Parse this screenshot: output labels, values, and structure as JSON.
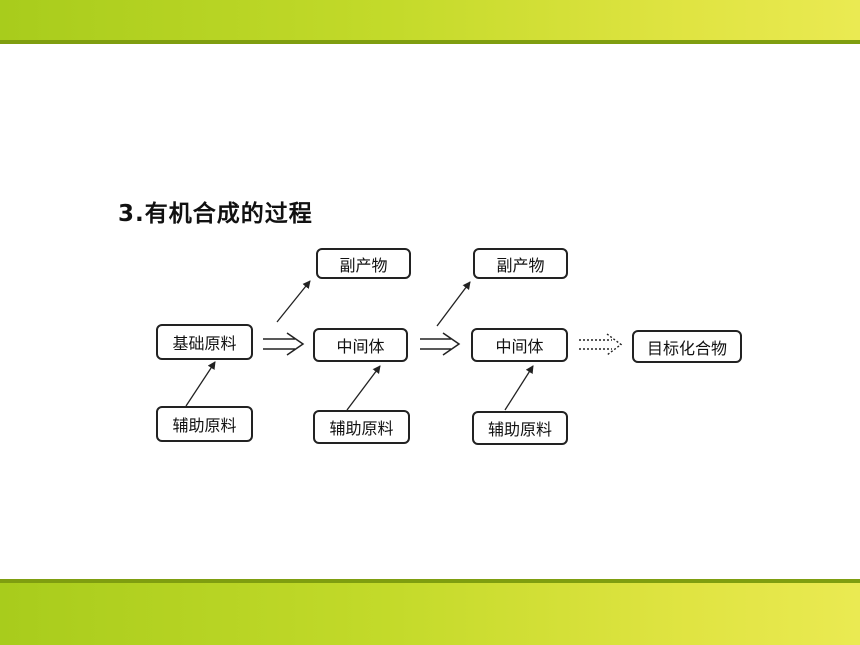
{
  "slide": {
    "title": "3.有机合成的过程",
    "colors": {
      "band": "#b8d424",
      "band_line": "#7f9e10",
      "box_border": "#222222",
      "text": "#111111"
    }
  },
  "diagram": {
    "nodes": {
      "base_material": "基础原料",
      "aux_1": "辅助原料",
      "byproduct_1": "副产物",
      "intermediate_1": "中间体",
      "aux_2": "辅助原料",
      "byproduct_2": "副产物",
      "intermediate_2": "中间体",
      "aux_3": "辅助原料",
      "target": "目标化合物"
    },
    "edges": [
      {
        "from": "aux_1",
        "to": "base_material",
        "style": "thin-arrow"
      },
      {
        "from": "base_material",
        "to": "intermediate_1",
        "style": "double-arrow"
      },
      {
        "from": "base_material",
        "to": "byproduct_1",
        "style": "thin-arrow"
      },
      {
        "from": "aux_2",
        "to": "intermediate_1",
        "style": "thin-arrow"
      },
      {
        "from": "intermediate_1",
        "to": "intermediate_2",
        "style": "double-arrow"
      },
      {
        "from": "intermediate_1",
        "to": "byproduct_2",
        "style": "thin-arrow"
      },
      {
        "from": "aux_3",
        "to": "intermediate_2",
        "style": "thin-arrow"
      },
      {
        "from": "intermediate_2",
        "to": "target",
        "style": "dotted-double-arrow"
      }
    ]
  }
}
